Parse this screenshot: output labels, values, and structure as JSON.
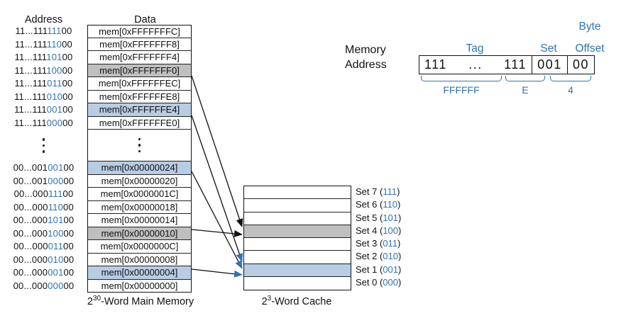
{
  "colors": {
    "accent_blue": "#2E74B5",
    "highlight_blue": "#B8CCE4",
    "highlight_gray": "#BFBFBF"
  },
  "memory": {
    "address_header": "Address",
    "data_header": "Data",
    "caption_base": "2",
    "caption_exp": "30",
    "caption_rest": "-Word Main Memory",
    "rows_top": [
      {
        "tag": "11...111",
        "set": "111",
        "off": "00",
        "data": "mem[0xFFFFFFFC]",
        "fill": "white"
      },
      {
        "tag": "11...111",
        "set": "110",
        "off": "00",
        "data": "mem[0xFFFFFFF8]",
        "fill": "white"
      },
      {
        "tag": "11...111",
        "set": "101",
        "off": "00",
        "data": "mem[0xFFFFFFF4]",
        "fill": "white"
      },
      {
        "tag": "11...111",
        "set": "100",
        "off": "00",
        "data": "mem[0xFFFFFFF0]",
        "fill": "gray"
      },
      {
        "tag": "11...111",
        "set": "011",
        "off": "00",
        "data": "mem[0xFFFFFFEC]",
        "fill": "white"
      },
      {
        "tag": "11...111",
        "set": "010",
        "off": "00",
        "data": "mem[0xFFFFFFE8]",
        "fill": "white"
      },
      {
        "tag": "11...111",
        "set": "001",
        "off": "00",
        "data": "mem[0xFFFFFFE4]",
        "fill": "blue"
      },
      {
        "tag": "11...111",
        "set": "000",
        "off": "00",
        "data": "mem[0xFFFFFFE0]",
        "fill": "white"
      }
    ],
    "rows_bottom": [
      {
        "tag": "00...001",
        "set": "001",
        "off": "00",
        "data": "mem[0x00000024]",
        "fill": "blue"
      },
      {
        "tag": "00...001",
        "set": "000",
        "off": "00",
        "data": "mem[0x00000020]",
        "fill": "white"
      },
      {
        "tag": "00...000",
        "set": "111",
        "off": "00",
        "data": "mem[0x0000001C]",
        "fill": "white"
      },
      {
        "tag": "00...000",
        "set": "110",
        "off": "00",
        "data": "mem[0x00000018]",
        "fill": "white"
      },
      {
        "tag": "00...000",
        "set": "101",
        "off": "00",
        "data": "mem[0x00000014]",
        "fill": "white"
      },
      {
        "tag": "00...000",
        "set": "100",
        "off": "00",
        "data": "mem[0x00000010]",
        "fill": "gray"
      },
      {
        "tag": "00...000",
        "set": "011",
        "off": "00",
        "data": "mem[0x0000000C]",
        "fill": "white"
      },
      {
        "tag": "00...000",
        "set": "010",
        "off": "00",
        "data": "mem[0x00000008]",
        "fill": "white"
      },
      {
        "tag": "00...000",
        "set": "001",
        "off": "00",
        "data": "mem[0x00000004]",
        "fill": "blue"
      },
      {
        "tag": "00...000",
        "set": "000",
        "off": "00",
        "data": "mem[0x00000000]",
        "fill": "white"
      }
    ]
  },
  "cache": {
    "caption_base": "2",
    "caption_exp": "3",
    "caption_rest": "-Word Cache",
    "sets": [
      {
        "name": "Set 7",
        "bits": "111",
        "fill": "white"
      },
      {
        "name": "Set 6",
        "bits": "110",
        "fill": "white"
      },
      {
        "name": "Set 5",
        "bits": "101",
        "fill": "white"
      },
      {
        "name": "Set 4",
        "bits": "100",
        "fill": "gray"
      },
      {
        "name": "Set 3",
        "bits": "011",
        "fill": "white"
      },
      {
        "name": "Set 2",
        "bits": "010",
        "fill": "white"
      },
      {
        "name": "Set 1",
        "bits": "001",
        "fill": "blue"
      },
      {
        "name": "Set 0",
        "bits": "000",
        "fill": "white"
      }
    ]
  },
  "address_breakdown": {
    "label_line1": "Memory",
    "label_line2": "Address",
    "byte_label": "Byte",
    "tag_label": "Tag",
    "set_label": "Set",
    "offset_label": "Offset",
    "tag_left": "111",
    "tag_dots": "...",
    "tag_right": "111",
    "set_value": "001",
    "offset_value": "00",
    "hex_tag": "FFFFFF",
    "hex_mid": "E",
    "hex_low": "4"
  },
  "arrows": [
    {
      "from": "mem[0xFFFFFFF0]",
      "to": "Set 4",
      "head_color": "black"
    },
    {
      "from": "mem[0xFFFFFFE4]",
      "to": "Set 1",
      "head_color": "blue"
    },
    {
      "from": "mem[0x00000024]",
      "to": "Set 1",
      "head_color": "blue"
    },
    {
      "from": "mem[0x00000010]",
      "to": "Set 4",
      "head_color": "black"
    },
    {
      "from": "mem[0x00000004]",
      "to": "Set 1",
      "head_color": "blue"
    }
  ]
}
